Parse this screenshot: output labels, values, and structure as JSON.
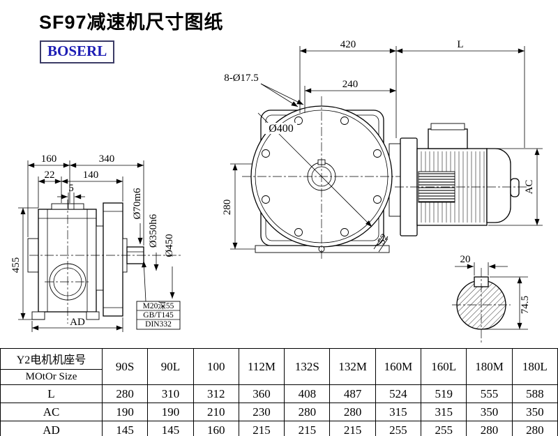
{
  "header": {
    "title": "SF97减速机尺寸图纸",
    "logo": "BOSERL"
  },
  "colors": {
    "logo_text": "#1c1cb4",
    "logo_border": "#3b3b66",
    "line": "#000000"
  },
  "drawing": {
    "front_view": {
      "top_width": "420",
      "inner_width": "240",
      "bolt_holes": "8-Ø17.5",
      "flange_dia": "Ø400",
      "height": "280",
      "foot": "52"
    },
    "side_view": {
      "front_len": "160",
      "body_len": "340",
      "dim_22": "22",
      "dim_140": "140",
      "dim_5": "5",
      "height": "455",
      "bottom_dim": "AD",
      "shaft_dia": "Ø70m6",
      "spigot_dia": "Ø350h6",
      "flange_dia": "Ø450",
      "notes": [
        "M20深55",
        "GB/T145",
        "DIN332"
      ]
    },
    "motor_view": {
      "length": "L",
      "diameter": "AC"
    },
    "shaft_section": {
      "key_width": "20",
      "height": "74.5"
    }
  },
  "table": {
    "row_header_cn": "Y2电机机座号",
    "row_header_en": "MOtOr Size",
    "columns": [
      "90S",
      "90L",
      "100",
      "112M",
      "132S",
      "132M",
      "160M",
      "160L",
      "180M",
      "180L"
    ],
    "rows": [
      {
        "label": "L",
        "values": [
          "280",
          "310",
          "312",
          "360",
          "408",
          "487",
          "524",
          "519",
          "555",
          "588"
        ]
      },
      {
        "label": "AC",
        "values": [
          "190",
          "190",
          "210",
          "230",
          "280",
          "280",
          "315",
          "315",
          "350",
          "350"
        ]
      },
      {
        "label": "AD",
        "values": [
          "145",
          "145",
          "160",
          "215",
          "215",
          "215",
          "255",
          "255",
          "280",
          "280"
        ]
      }
    ]
  }
}
